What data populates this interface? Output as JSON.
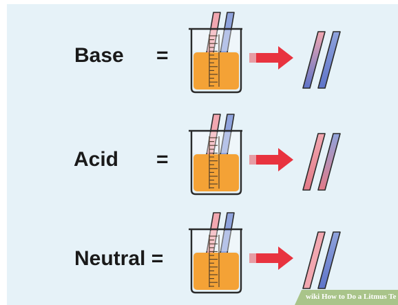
{
  "rows": [
    {
      "label": "Base",
      "equals": "=",
      "result": "blue"
    },
    {
      "label": "Acid",
      "equals": "=",
      "result": "red"
    },
    {
      "label": "Neutral",
      "equals": "=",
      "result": "none"
    }
  ],
  "watermark": {
    "brand": "wiki",
    "title": "How to Do a Litmus Te"
  },
  "colors": {
    "background": "#e6f2f8",
    "liquid": "#f4a236",
    "arrow": "#e8333f",
    "strip_red": "#f2a7b0",
    "strip_blue": "#8fa3dc",
    "strip_blue_dark": "#5e74c9",
    "strip_red_dark": "#e27a88"
  }
}
